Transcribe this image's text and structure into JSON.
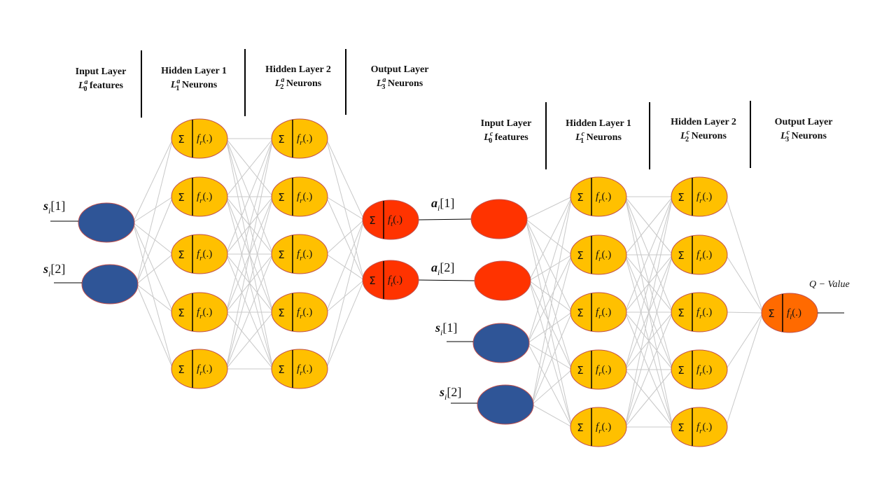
{
  "actor": {
    "headers": [
      {
        "title": "Input Layer",
        "sym": "L",
        "sup": "a",
        "sub": "0",
        "rest": " features"
      },
      {
        "title": "Hidden Layer 1",
        "sym": "L",
        "sup": "a",
        "sub": "1",
        "rest": " Neurons"
      },
      {
        "title": "Hidden Layer 2",
        "sym": "L",
        "sup": "a",
        "sub": "2",
        "rest": " Neurons"
      },
      {
        "title": "Output Layer",
        "sym": "L",
        "sup": "a",
        "sub": "3",
        "rest": " Neurons"
      }
    ],
    "inputs": [
      {
        "var": "s",
        "sub": "i",
        "idx": "[1]"
      },
      {
        "var": "s",
        "sub": "i",
        "idx": "[2]"
      }
    ],
    "hidden_activation": {
      "sigma": "Σ",
      "f": "f",
      "sub": "r",
      "arg": "(.)"
    },
    "output_activation": {
      "sigma": "Σ",
      "f": "f",
      "sub": "t",
      "arg": "(.)"
    }
  },
  "critic": {
    "headers": [
      {
        "title": "Input Layer",
        "sym": "L",
        "sup": "c",
        "sub": "0",
        "rest": " features"
      },
      {
        "title": "Hidden Layer 1",
        "sym": "L",
        "sup": "c",
        "sub": "1",
        "rest": " Neurons"
      },
      {
        "title": "Hidden Layer 2",
        "sym": "L",
        "sup": "c",
        "sub": "2",
        "rest": " Neurons"
      },
      {
        "title": "Output Layer",
        "sym": "L",
        "sup": "c",
        "sub": "3",
        "rest": " Neurons"
      }
    ],
    "inputs": [
      {
        "var": "a",
        "sub": "i",
        "idx": "[1]"
      },
      {
        "var": "a",
        "sub": "i",
        "idx": "[2]"
      },
      {
        "var": "s",
        "sub": "i",
        "idx": "[1]"
      },
      {
        "var": "s",
        "sub": "i",
        "idx": "[2]"
      }
    ],
    "hidden_activation": {
      "sigma": "Σ",
      "f": "f",
      "sub": "r",
      "arg": "(.)"
    },
    "output_activation": {
      "sigma": "Σ",
      "f": "f",
      "sub": "l",
      "arg": "(.)"
    },
    "output_label": "Q − Value"
  },
  "colors": {
    "state_node": "#2f5597",
    "action_node": "#ff3300",
    "hidden_node": "#ffc000",
    "actor_output_node": "#ff3300",
    "critic_output_node": "#ff6a00",
    "node_stroke": "#c0504d",
    "edge": "#c8c8c8",
    "divider": "#000000"
  }
}
